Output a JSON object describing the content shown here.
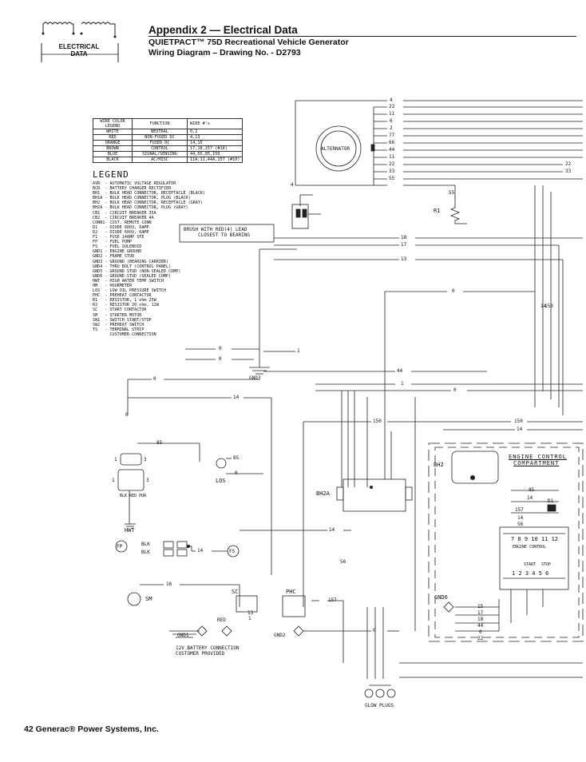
{
  "header": {
    "title": "Appendix 2 — Electrical Data",
    "subtitle_1": "QUIETPACT™ 75D Recreational Vehicle Generator",
    "subtitle_2": "Wiring Diagram – Drawing No. - D2793",
    "logo_text_1": "ELECTRICAL",
    "logo_text_2": "DATA"
  },
  "wire_legend": {
    "col_headers": [
      "WIRE COLOR LEGEND",
      "FUNCTION",
      "WIRE #'s"
    ],
    "rows": [
      [
        "WHITE",
        "NEUTRAL",
        "0,1"
      ],
      [
        "RED",
        "NON-FUSED DC",
        "4,13"
      ],
      [
        "ORANGE",
        "FUSED DC",
        "14,15"
      ],
      [
        "BROWN",
        "CONTROL",
        "17,18,157 (#18)"
      ],
      [
        "BLUE",
        "SIGNAL/SENSING",
        "44,56,85,150"
      ],
      [
        "BLACK",
        "AC/MISC",
        "11A,11,44A,157 (#10)"
      ]
    ]
  },
  "legend": {
    "title": "LEGEND",
    "items": [
      "AVR  - AUTOMATIC VOLTAGE REGULATOR",
      "BCR  - BATTERY CHARGER RECTIFIER",
      "BH1  - BULK HEAD CONNECTOR, RECEPTACLE (BLACK)",
      "BH1A - BULK HEAD CONNECTOR, PLUG (BLACK)",
      "BH2  - BULK HEAD CONNECTOR, RECEPTACLE (GRAY)",
      "BH2A - BULK HEAD CONNECTOR, PLUG (GRAY)",
      "CB1  - CIRCUIT BREAKER 35A",
      "CB2  - CIRCUIT BREAKER 4A",
      "CONN1- CUST. REMOTE CONN",
      "D1   - DIODE 600V, 6AMP",
      "D2   - DIODE 600V, 6AMP",
      "F1   - FUSE 14AMP SFE",
      "FP   - FUEL PUMP",
      "FS   - FUEL SOLENOID",
      "GND1 - ENGINE GROUND",
      "GND2 - FRAME STUD",
      "GND3 - GROUND (BEARING CARRIER)",
      "GND4 - THRU BOLT (CONTROL PANEL)",
      "GND5 - GROUND STUD (NON-SEALED COMP)",
      "GND6 - GROUND STUD (SEALED COMP)",
      "HWT  - HIGH WATER TEMP SWITCH",
      "HM   - HOURMETER",
      "LOS  - LOW OIL PRESSURE SWITCH",
      "PHC  - PREHEAT CONTACTOR",
      "R1   - RESISTOR, 1 ohm 25W",
      "R2   - RESISTOR 20 ohm, 12W",
      "SC   - START CONTACTOR",
      "SM   - STARTER MOTOR",
      "SW1  - SWITCH START/STOP",
      "SW2  - PREHEAT SWITCH",
      "TS   - TERMINAL STRIP",
      "       CUSTOMER CONNECTION"
    ]
  },
  "diagram": {
    "alternator": "ALTERNATOR",
    "brush_note_1": "BRUSH WITH RED(4) LEAD",
    "brush_note_2": "CLOSEST TO BEARING",
    "top_wires": [
      "4",
      "22",
      "11",
      "6",
      "2",
      "77",
      "66",
      "44",
      "11",
      "22",
      "33",
      "55"
    ],
    "right_wires": [
      "22",
      "33"
    ],
    "r1": "R1",
    "gnd3": "GND3",
    "wire_18": "18",
    "wire_17": "17",
    "wire_13": "13",
    "wire_0": "0",
    "wire_14": "14",
    "wire_44": "44",
    "wire_1": "1",
    "wire_150": "150",
    "wire_85": "85",
    "wire_16": "16",
    "wire_56": "56",
    "wire_157": "157",
    "wire_15": "15",
    "wire_4": "4",
    "wire_55": "55",
    "los": "LOS",
    "hwt": "HWT",
    "hwt_colors": "BLK RED PUR",
    "fp": "FP",
    "fs": "FS",
    "blk": "BLK",
    "sm": "SM",
    "sc": "SC",
    "phc": "PHC",
    "red": "RED",
    "gnd1": "GND1",
    "gnd2": "GND2",
    "gnd6": "GND6",
    "bh2": "BH2",
    "bh2a": "BH2A",
    "battery_1": "12V BATTERY CONNECTION",
    "battery_2": "CUSTOMER PROVIDED",
    "glow_plugs": "GLOW PLUGS",
    "ecc_1": "ENGINE CONTROL",
    "ecc_2": "COMPARTMENT",
    "engine_control": "ENGINE CONTROL",
    "start": "START",
    "stop": "STOP",
    "d1": "D1",
    "strip_top": "7 8 9 10 11 12",
    "strip_bottom": "1 2 3 4 5 6",
    "bottom_wires": [
      "15",
      "17",
      "18",
      "44",
      "0",
      "22"
    ],
    "pin_numbers": [
      "1",
      "3"
    ]
  },
  "footer": {
    "text": "42  Generac® Power Systems, Inc."
  }
}
